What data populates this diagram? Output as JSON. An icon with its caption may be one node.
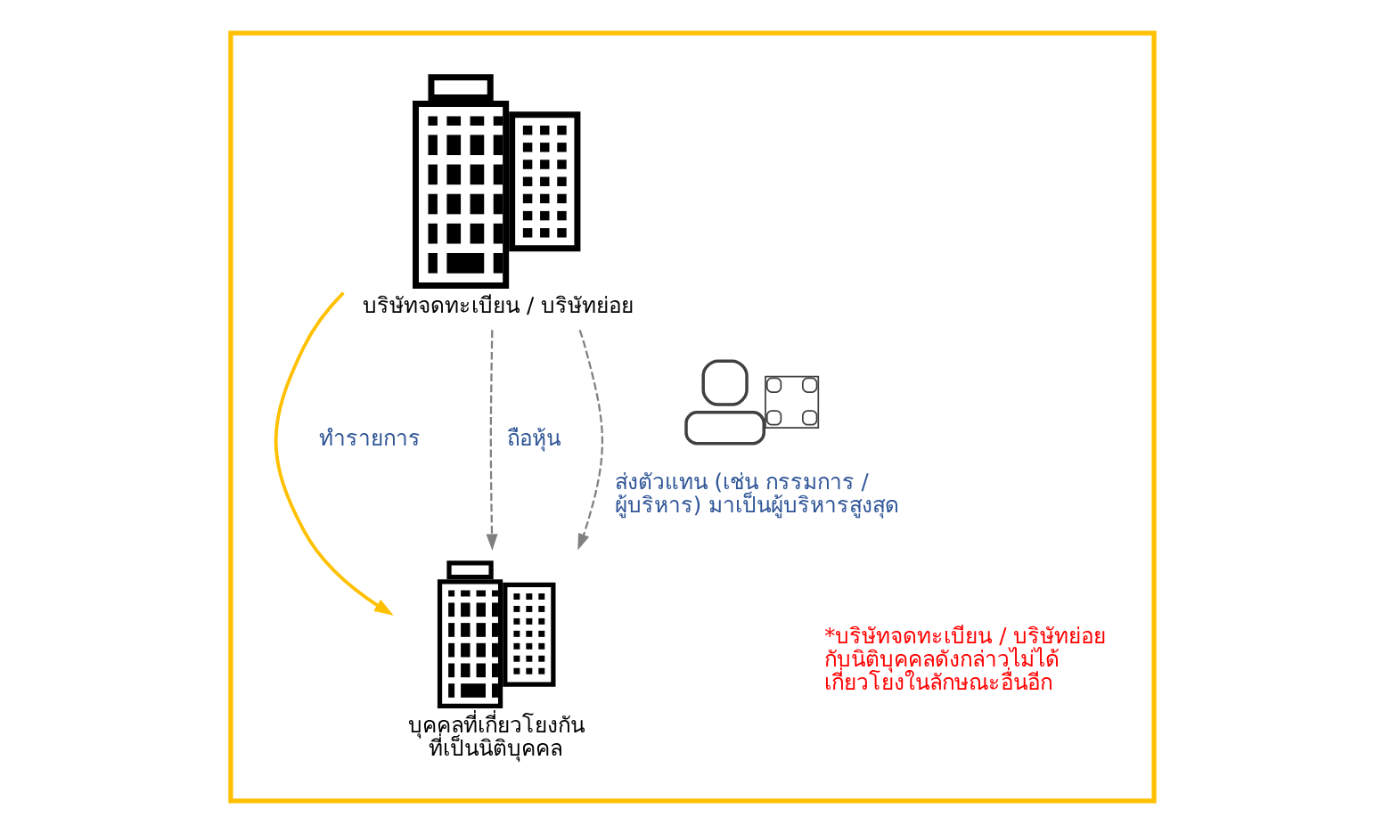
{
  "diagram": {
    "nodes": [
      {
        "text": [],
        "shape": "box"
      },
      {
        "text": [
          "บริษัทจดทะเบียน / บริษัทย่อย"
        ],
        "in": 0
      },
      {
        "text": [
          "บุคคลที่เกี่ยวโยงกัน ที่เป็นนิติบุคคล"
        ],
        "in": 0
      }
    ],
    "edges": [
      {
        "from": 1,
        "to": 2,
        "arrow": "to",
        "label": "ทำรายการ",
        "color": "#ffc000"
      },
      {
        "from": 1,
        "to": 2,
        "arrow": "to",
        "label": "ถือหุ้น",
        "style": "dashed"
      },
      {
        "from": 1,
        "to": 2,
        "arrow": "to",
        "label": "ส่งตัวแทน (เช่น กรรมการ / ผู้บริหาร) มาเป็นผู้บริหารสูงสุด",
        "style": "dashed"
      }
    ],
    "labels": [
      "*บริษัทจดทะเบียน / บริษัทย่อย กับนิติบุคคลดังกล่าวไม่ได้ เกี่ยวโยงในลักษณะอื่นอีก"
    ]
  }
}
